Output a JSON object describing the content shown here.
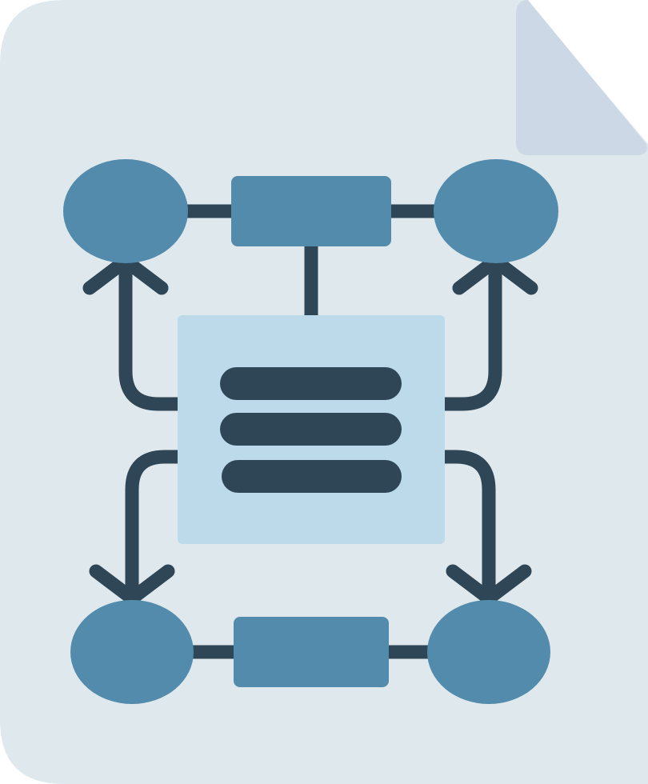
{
  "icon": {
    "name": "flowchart-document-icon",
    "colors": {
      "page": "#DEE8ED",
      "page_fold": "#CCD8E5",
      "node": "#528BAB",
      "center_panel": "#BDDAEB",
      "connector": "#2F4656"
    },
    "nodes": [
      {
        "id": "top-left",
        "shape": "ellipse"
      },
      {
        "id": "top-right",
        "shape": "ellipse"
      },
      {
        "id": "bottom-left",
        "shape": "ellipse"
      },
      {
        "id": "bottom-right",
        "shape": "ellipse"
      },
      {
        "id": "top-process",
        "shape": "rectangle"
      },
      {
        "id": "bottom-process",
        "shape": "rectangle"
      },
      {
        "id": "center-document",
        "shape": "rectangle",
        "text_lines": 3
      }
    ],
    "edges": [
      {
        "from": "top-left",
        "to": "top-process"
      },
      {
        "from": "top-process",
        "to": "top-right"
      },
      {
        "from": "top-process",
        "to": "center-document"
      },
      {
        "from": "center-document",
        "to": "top-left",
        "arrow": true
      },
      {
        "from": "center-document",
        "to": "top-right",
        "arrow": true
      },
      {
        "from": "center-document",
        "to": "bottom-left",
        "arrow": true
      },
      {
        "from": "center-document",
        "to": "bottom-right",
        "arrow": true
      },
      {
        "from": "bottom-left",
        "to": "bottom-process"
      },
      {
        "from": "bottom-process",
        "to": "bottom-right"
      }
    ]
  }
}
